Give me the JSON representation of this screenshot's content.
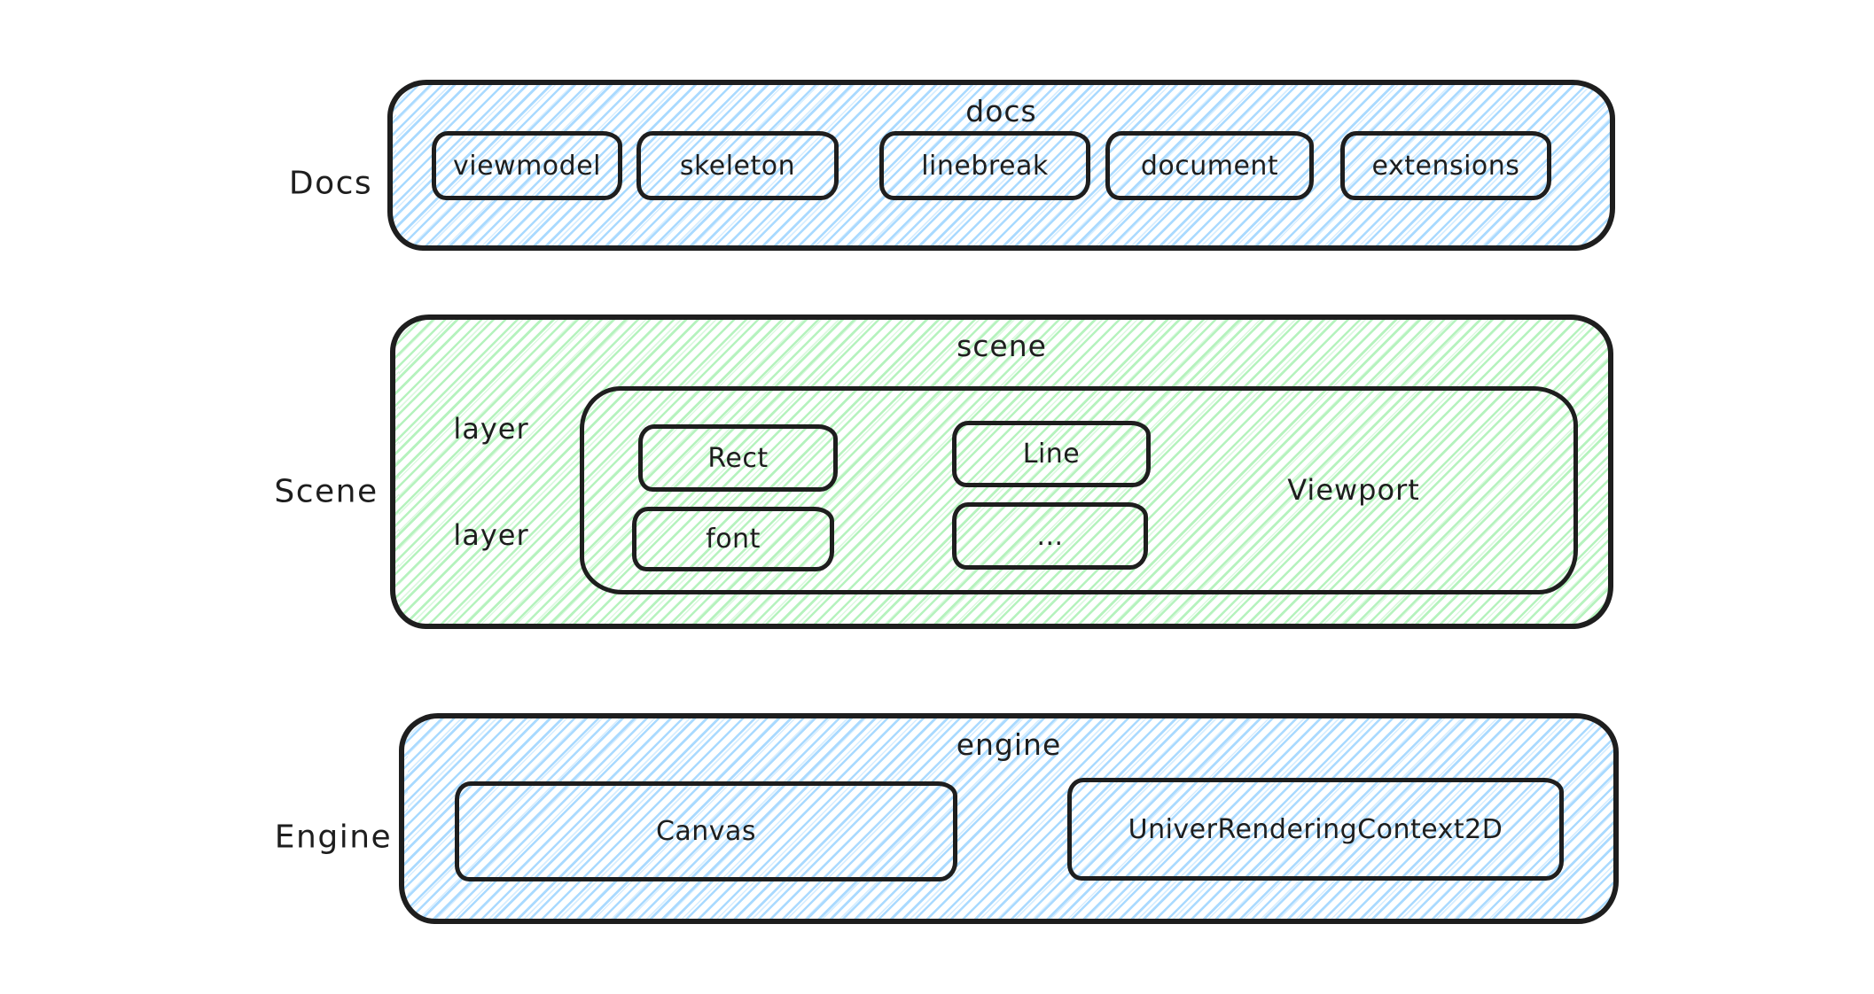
{
  "page": {
    "background": "#ffffff"
  },
  "colors": {
    "stroke": "#1e1e1e",
    "blue_hatch": "#a5d8ff",
    "green_hatch": "#b2f2bb"
  },
  "sections": {
    "docs": {
      "side_label": "Docs",
      "title": "docs",
      "boxes": [
        "viewmodel",
        "skeleton",
        "linebreak",
        "document",
        "extensions"
      ]
    },
    "scene": {
      "side_label": "Scene",
      "title": "scene",
      "layer_labels": [
        "layer",
        "layer"
      ],
      "boxes": [
        "Rect",
        "Line",
        "font",
        "..."
      ],
      "viewport_label": "Viewport"
    },
    "engine": {
      "side_label": "Engine",
      "title": "engine",
      "boxes": [
        "Canvas",
        "UniverRenderingContext2D"
      ]
    }
  }
}
